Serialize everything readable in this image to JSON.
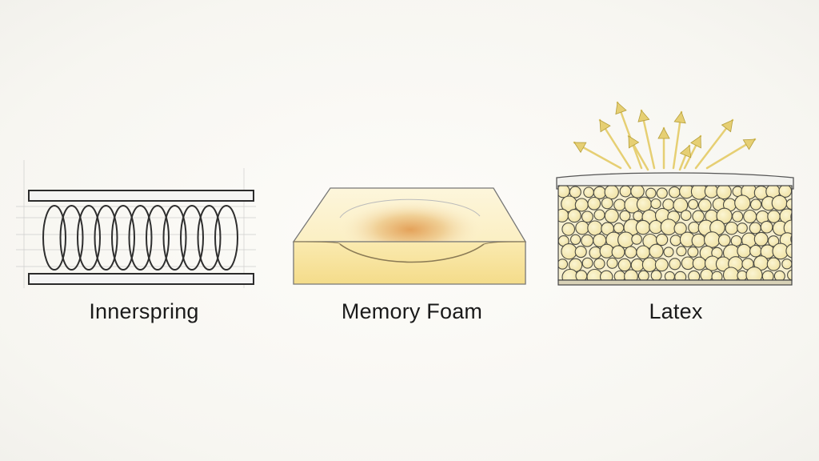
{
  "items": [
    {
      "key": "innerspring",
      "label": "Innerspring",
      "icon": "coil-spring-icon"
    },
    {
      "key": "memory_foam",
      "label": "Memory Foam",
      "icon": "foam-block-icon"
    },
    {
      "key": "latex",
      "label": "Latex",
      "icon": "latex-cells-icon"
    }
  ],
  "colors": {
    "ink": "#2b2b2b",
    "foam_light": "#fbf1c7",
    "foam_dark": "#f1da8f",
    "foam_center": "#e9b46a",
    "latex_cell": "#f3e7a6",
    "arrow": "#e6cf73"
  }
}
